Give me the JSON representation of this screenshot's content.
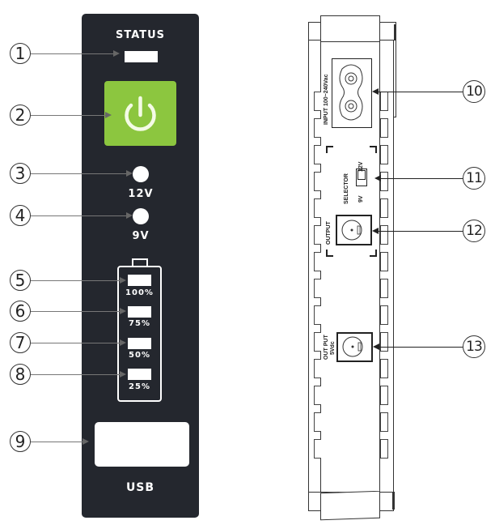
{
  "front_panel": {
    "status_label": "STATUS",
    "power_icon": "power-icon",
    "led_12v_label": "12V",
    "led_9v_label": "9V",
    "battery_levels": [
      "100%",
      "75%",
      "50%",
      "25%"
    ],
    "usb_label": "USB",
    "colors": {
      "panel": "#24272e",
      "power_button": "#8cc63f",
      "indicator": "#ffffff"
    }
  },
  "side_view": {
    "input_label": "INPUT 100~240Vac",
    "selector_label": "SELECTOR",
    "selector_12v": "12V",
    "selector_9v": "9V",
    "output_label": "OUTPUT",
    "output_5v_label_line1": "OUT PUT",
    "output_5v_label_line2": "5Vdc"
  },
  "callouts": [
    "1",
    "2",
    "3",
    "4",
    "5",
    "6",
    "7",
    "8",
    "9",
    "10",
    "11",
    "12",
    "13"
  ]
}
